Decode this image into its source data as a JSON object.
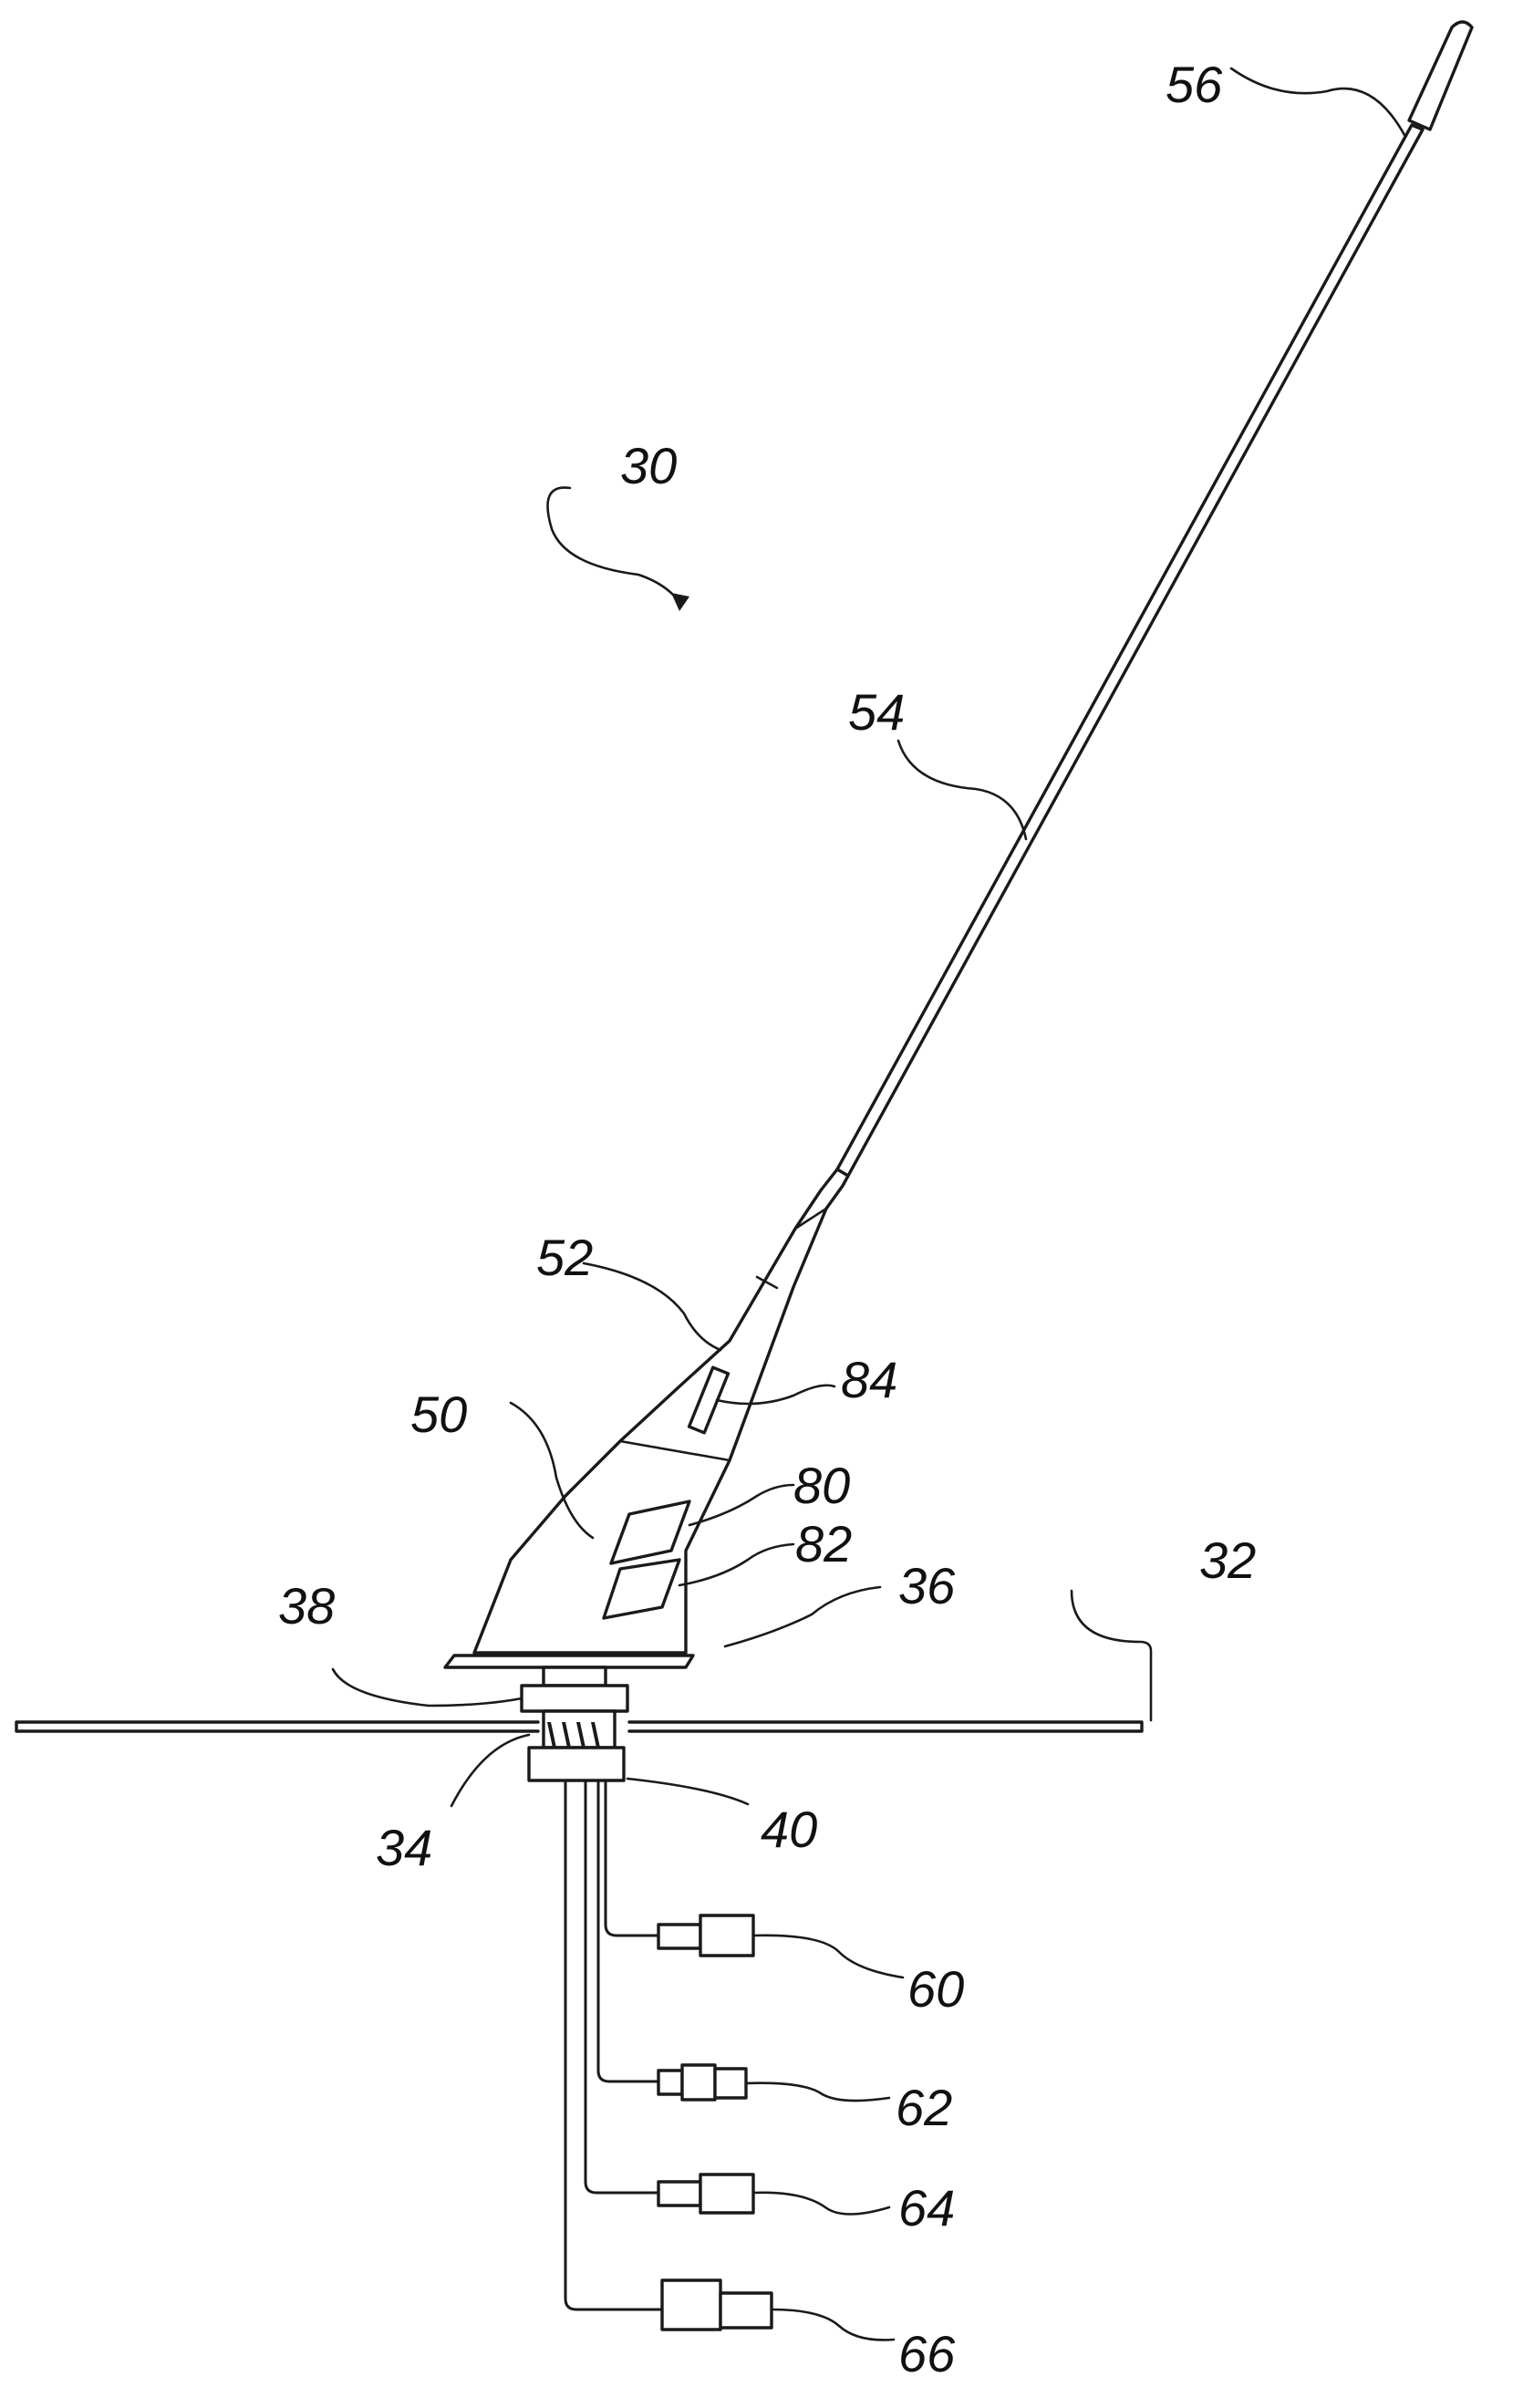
{
  "labels": {
    "l30": "30",
    "l32": "32",
    "l34": "34",
    "l36": "36",
    "l38": "38",
    "l40": "40",
    "l50": "50",
    "l52": "52",
    "l54": "54",
    "l56": "56",
    "l60": "60",
    "l62": "62",
    "l64": "64",
    "l66": "66",
    "l80": "80",
    "l82": "82",
    "l84": "84"
  }
}
